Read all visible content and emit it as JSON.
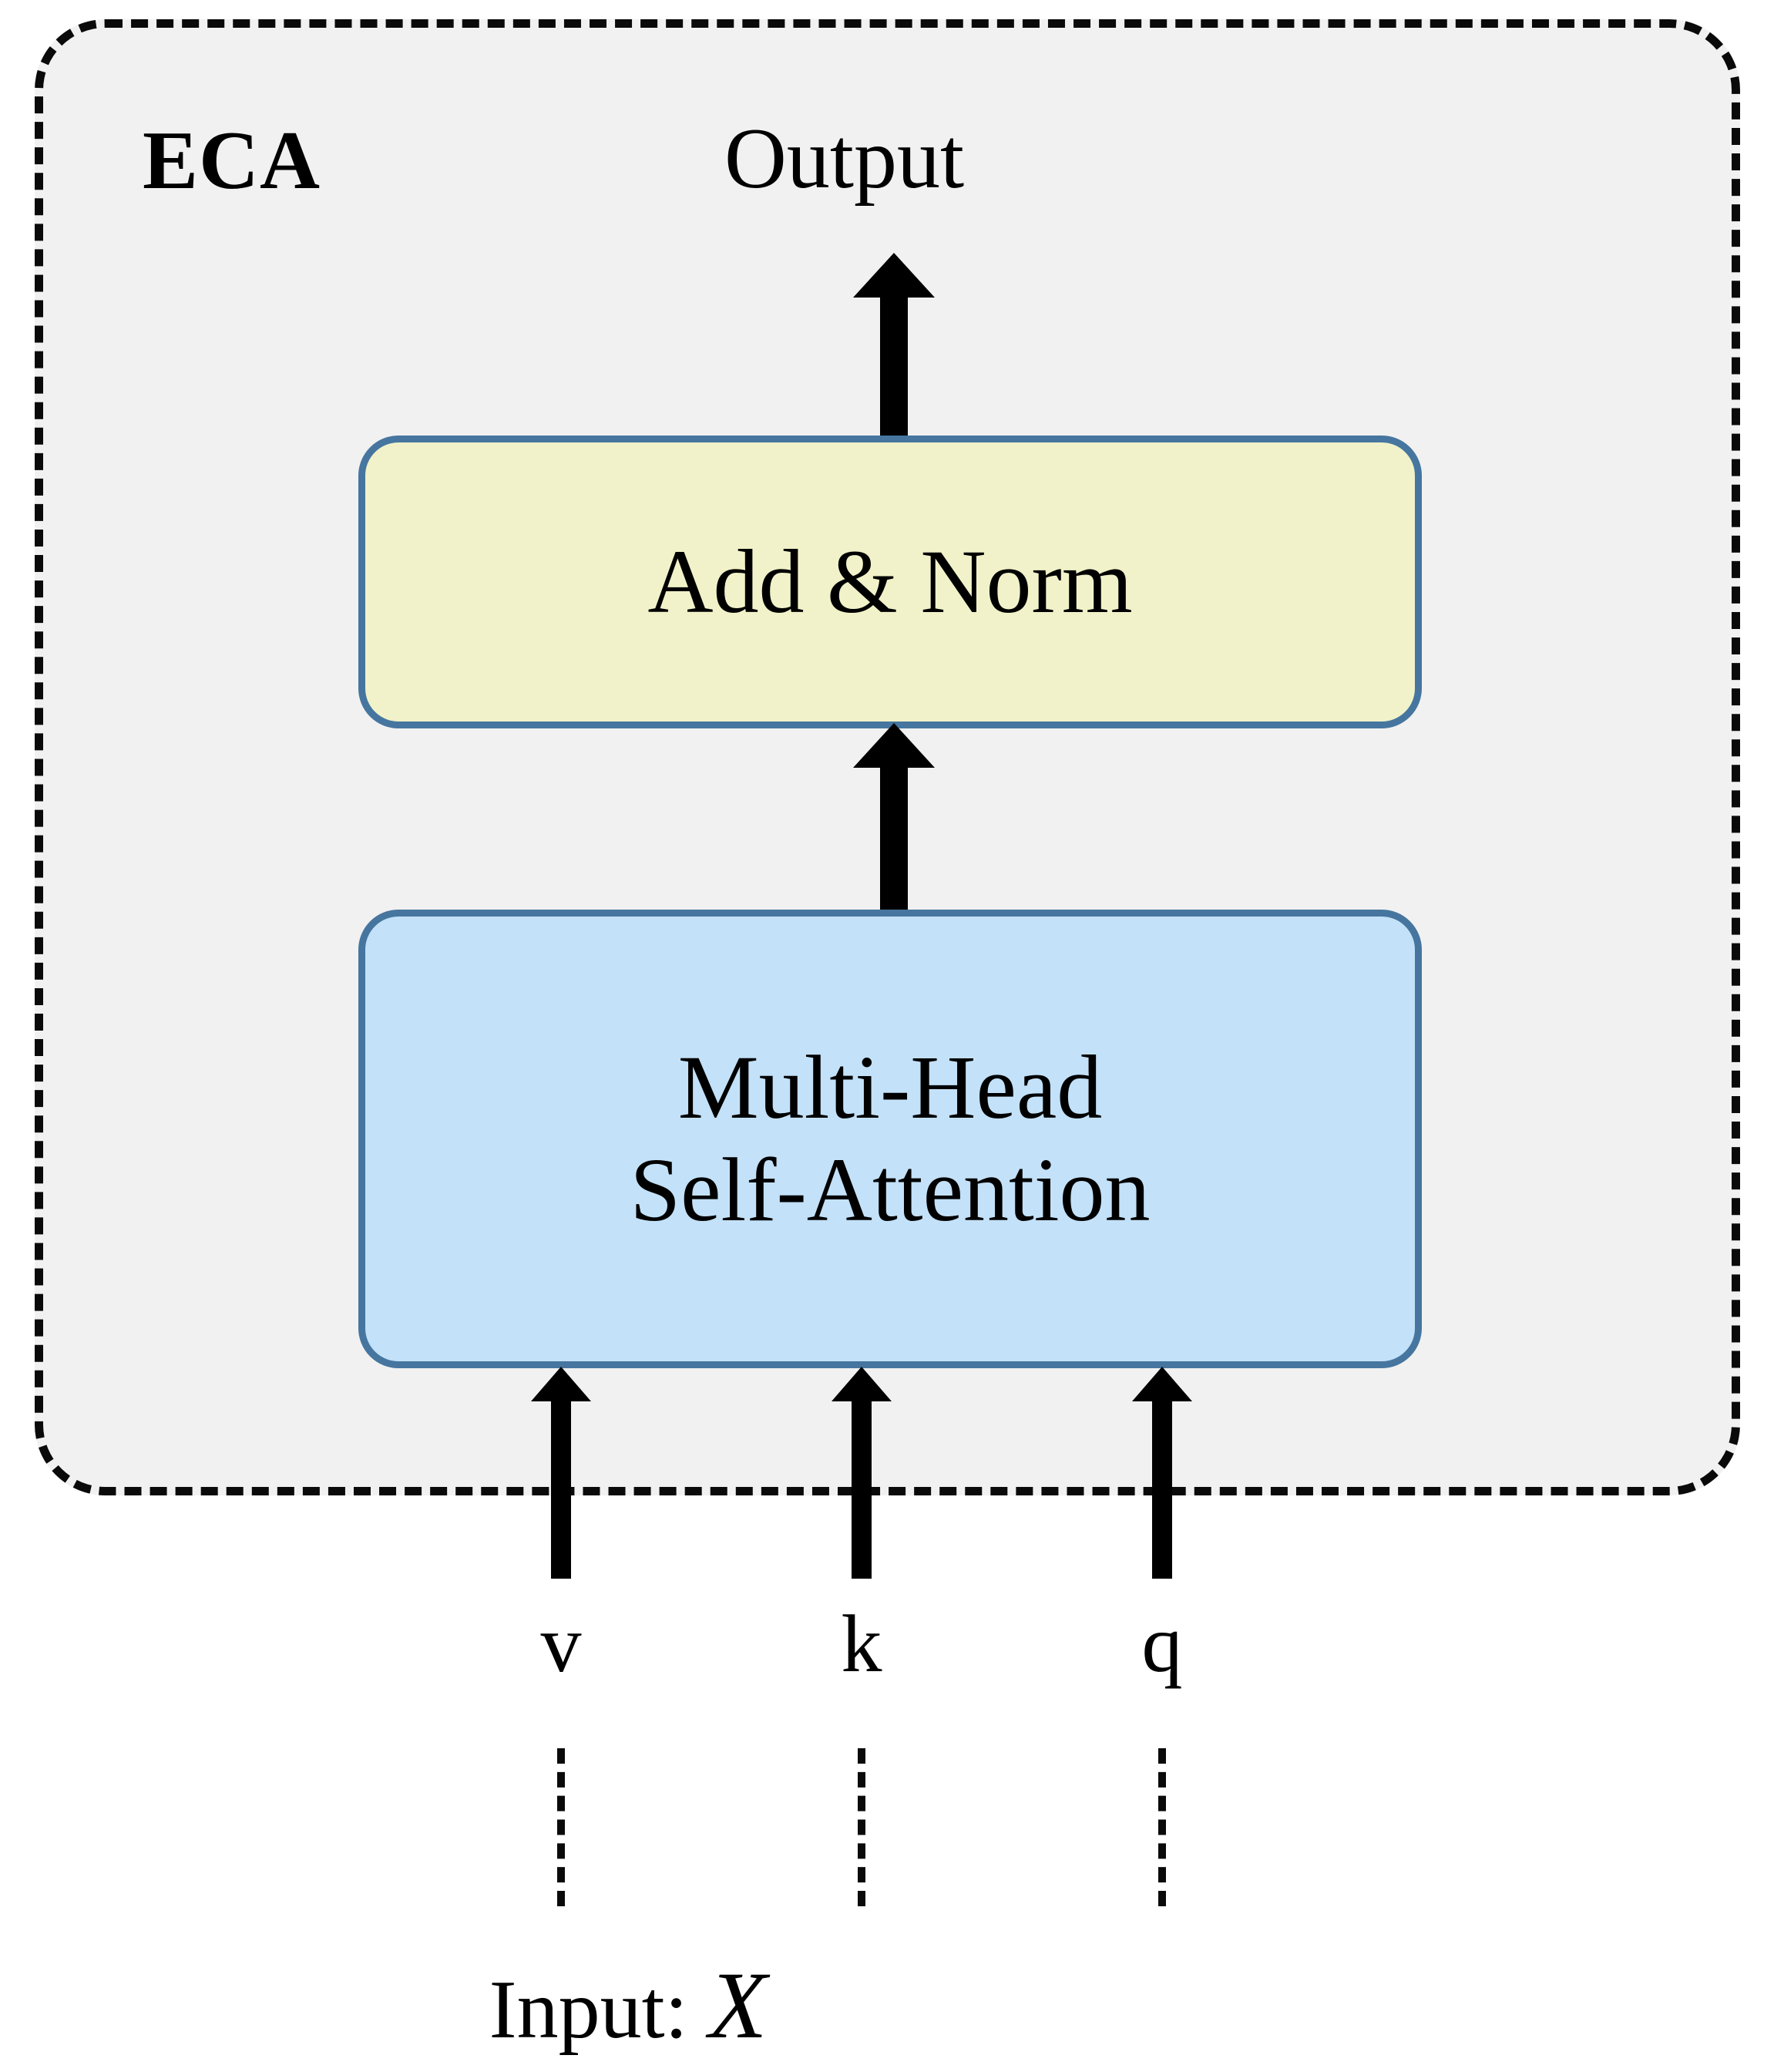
{
  "diagram": {
    "title": "ECA module block diagram",
    "module_label": "ECA",
    "output_label": "Output",
    "input_caption_prefix": "Input: ",
    "input_caption_variable": "X",
    "blocks": [
      {
        "id": "add-norm",
        "label": "Add & Norm",
        "fill": "#f1f2c9",
        "stroke": "#46769f"
      },
      {
        "id": "multi-head-self-attention",
        "label_line1": "Multi-Head",
        "label_line2": "Self-Attention",
        "fill": "#c3e1f8",
        "stroke": "#46769f"
      }
    ],
    "input_streams": [
      {
        "id": "v",
        "label": "v"
      },
      {
        "id": "k",
        "label": "k"
      },
      {
        "id": "q",
        "label": "q"
      }
    ],
    "colors": {
      "container_fill": "#f1f1f1",
      "container_border": "#0a0a0a",
      "arrow": "#000000",
      "page_background": "#ffffff"
    }
  }
}
